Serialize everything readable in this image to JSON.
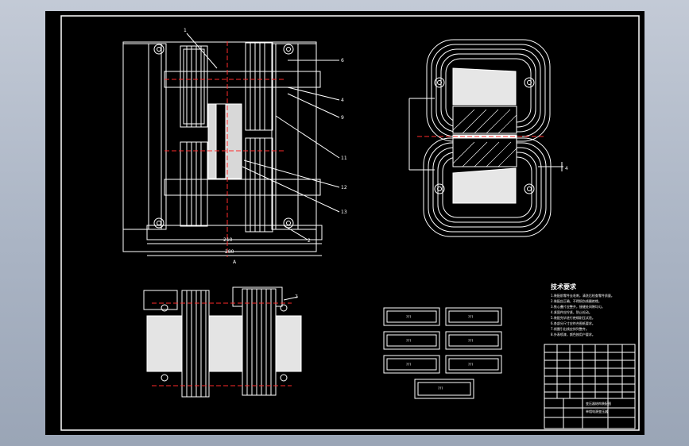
{
  "drawing": {
    "background": "#000000",
    "line_color": "#ffffff",
    "centerline_color": "#ff2a2a",
    "accent_color": "#ff2a2a"
  },
  "front_view": {
    "callouts": [
      "1",
      "6",
      "4",
      "9",
      "11",
      "12",
      "13",
      "2"
    ],
    "dimensions": [
      "210",
      "280"
    ],
    "section_mark": "A"
  },
  "side_view": {
    "section_mark": "7"
  },
  "top_view": {
    "dimension": "4"
  },
  "tech_requirements": {
    "title": "技术要求",
    "items": [
      "1.装配前零件去毛刺，清洗后检查零件质量。",
      "2.装配应正确，不得损伤线圈绝缘。",
      "3.铁心叠片应整齐，接缝处间隙均匀。",
      "4.紧固件应拧紧，防止松动。",
      "5.装配完毕进行绝缘耐压试验。",
      "6.各部分尺寸应符合图纸要求。",
      "7.线圈引出线应排列整齐。",
      "8.外表喷漆，颜色按用户要求。"
    ]
  },
  "parts_boxes": [
    "???",
    "???",
    "???",
    "???",
    "???",
    "???",
    "???"
  ],
  "title_block": {
    "drawing_title": [
      "变压器结构装配图",
      "单相电源变压器"
    ]
  }
}
